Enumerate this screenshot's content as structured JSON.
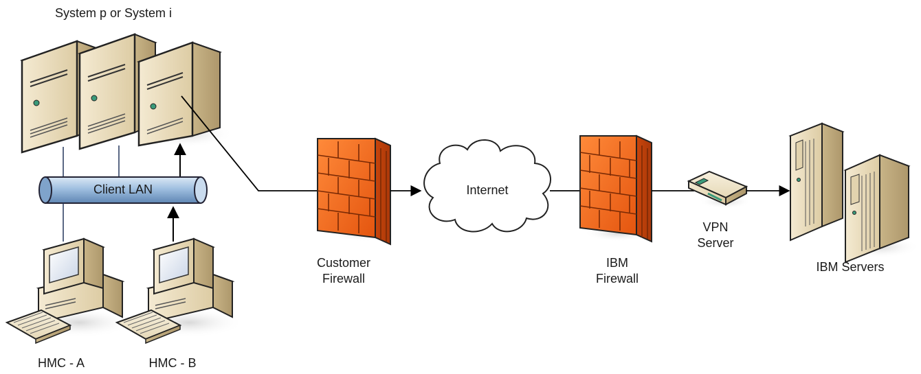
{
  "labels": {
    "systems": "System p or System i",
    "lan": "Client LAN",
    "internet": "Internet",
    "customer_firewall": [
      "Customer",
      "Firewall"
    ],
    "ibm_firewall": [
      "IBM",
      "Firewall"
    ],
    "vpn_server": [
      "VPN",
      "Server"
    ],
    "ibm_servers": "IBM Servers",
    "hmc_a": "HMC - A",
    "hmc_b": "HMC - B"
  },
  "icons": {
    "tower_server": "tower-server-icon",
    "hmc": "desktop-computer-icon",
    "firewall": "brick-firewall-icon",
    "cloud": "cloud-icon",
    "vpn": "network-router-icon",
    "lan_bus": "lan-bus-cylinder"
  },
  "colors": {
    "server_body": "#e9dcbd",
    "firewall_front": "#f36b1f",
    "lan_bus": "#a9c6e4",
    "line": "#000000"
  }
}
